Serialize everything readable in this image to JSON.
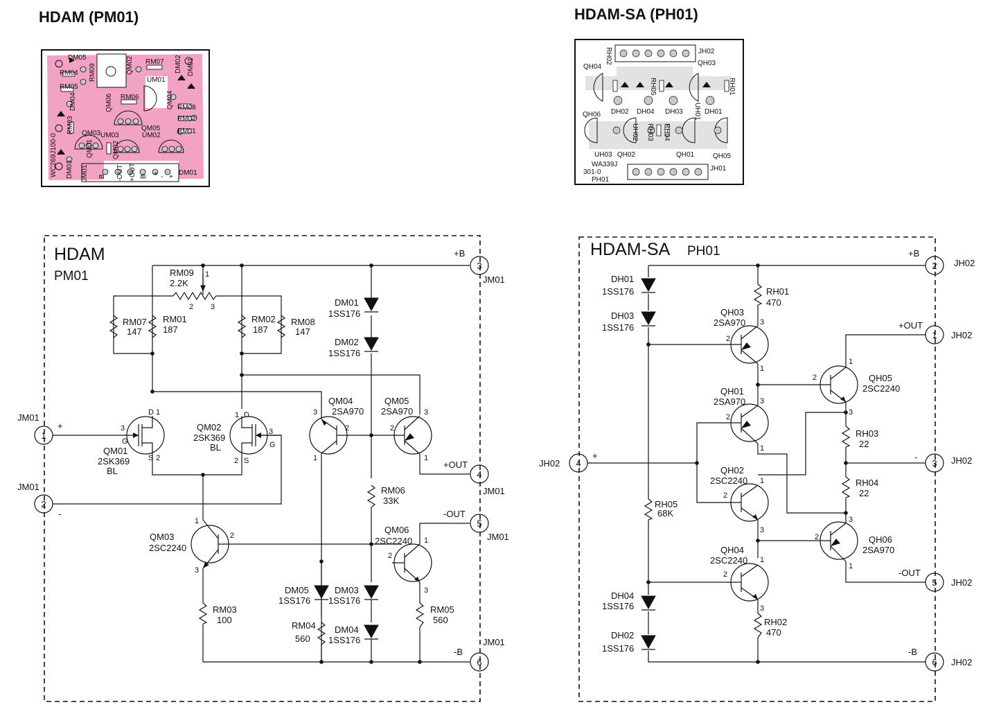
{
  "pcb_titles": {
    "hdam": "HDAM (PM01)",
    "hdam_sa": "HDAM-SA (PH01)"
  },
  "pcb_hdam": {
    "marks": [
      "DM05",
      "RM04",
      "RM09",
      "RM07",
      "QM02",
      "DM02",
      "DM01",
      "UM01",
      "RM05",
      "RM06",
      "QM04",
      "DM04",
      "QM06",
      "RM08",
      "RM03",
      "QM05",
      "RM02",
      "RM01",
      "QM03",
      "UM03",
      "UM02",
      "QM02",
      "QM01",
      "DM03",
      "JM01",
      "DM01"
    ],
    "code": "WC269J100-0",
    "terminals": [
      "B",
      "-OUT",
      "+OUT",
      "B",
      "+",
      "-",
      "+"
    ],
    "colors": {
      "board": "#f2a3c3",
      "pad": "#c9c9c9",
      "ink": "#111111"
    }
  },
  "pcb_hdam_sa": {
    "marks": [
      "RH02",
      "JH02",
      "QH04",
      "QH03",
      "RH05",
      "RH04",
      "RH01",
      "QH06",
      "DH02",
      "DH04",
      "DH03",
      "UH01",
      "DH01",
      "UH02",
      "RH03",
      "UH03",
      "QH02",
      "QH01",
      "QH05",
      "JH01"
    ],
    "code": "WA339J",
    "code2": "301-0",
    "board": "PH01"
  },
  "hdam": {
    "title": "HDAM",
    "subtitle": "PM01",
    "rails": {
      "pos": "+B",
      "neg": "-B",
      "out_pos": "+OUT",
      "out_neg": "-OUT",
      "in_pos": "+",
      "in_neg": "-"
    },
    "connector": "JM01",
    "pins": [
      "1",
      "2",
      "3",
      "4",
      "5",
      "6"
    ],
    "components": {
      "rm09": {
        "ref": "RM09",
        "value": "2.2K"
      },
      "rm07": {
        "ref": "RM07",
        "value": "147"
      },
      "rm01": {
        "ref": "RM01",
        "value": "187"
      },
      "rm02": {
        "ref": "RM02",
        "value": "187"
      },
      "rm08": {
        "ref": "RM08",
        "value": "147"
      },
      "dm01": {
        "ref": "DM01",
        "value": "1SS176"
      },
      "dm02": {
        "ref": "DM02",
        "value": "1SS176"
      },
      "qm01": {
        "ref": "QM01",
        "value": "2SK369",
        "rank": "BL"
      },
      "qm02": {
        "ref": "QM02",
        "value": "2SK369",
        "rank": "BL"
      },
      "qm04": {
        "ref": "QM04",
        "value": "2SA970"
      },
      "qm05": {
        "ref": "QM05",
        "value": "2SA970"
      },
      "rm06": {
        "ref": "RM06",
        "value": "33K"
      },
      "qm03": {
        "ref": "QM03",
        "value": "2SC2240"
      },
      "qm06": {
        "ref": "QM06",
        "value": "2SC2240"
      },
      "rm03": {
        "ref": "RM03",
        "value": "100"
      },
      "dm05": {
        "ref": "DM05",
        "value": "1SS176"
      },
      "dm03": {
        "ref": "DM03",
        "value": "1SS176"
      },
      "rm04": {
        "ref": "RM04",
        "value": "560"
      },
      "dm04": {
        "ref": "DM04",
        "value": "1SS176"
      },
      "rm05": {
        "ref": "RM05",
        "value": "560"
      }
    }
  },
  "hdam_sa": {
    "title": "HDAM-SA",
    "subtitle": "PH01",
    "rails": {
      "pos": "+B",
      "neg": "-B",
      "out_pos": "+OUT",
      "out_neg": "-OUT",
      "in_pos": "+",
      "in_neg": "-"
    },
    "connector": "JH02",
    "connector2": "JH01",
    "pins": [
      "1",
      "2",
      "3",
      "4",
      "5",
      "6"
    ],
    "components": {
      "dh01": {
        "ref": "DH01",
        "value": "1SS176"
      },
      "dh03": {
        "ref": "DH03",
        "value": "1SS176"
      },
      "rh01": {
        "ref": "RH01",
        "value": "470"
      },
      "qh03": {
        "ref": "QH03",
        "value": "2SA970"
      },
      "qh05": {
        "ref": "QH05",
        "value": "2SC2240"
      },
      "qh01": {
        "ref": "QH01",
        "value": "2SA970"
      },
      "rh03": {
        "ref": "RH03",
        "value": "22"
      },
      "qh02": {
        "ref": "QH02",
        "value": "2SC2240"
      },
      "rh04": {
        "ref": "RH04",
        "value": "22"
      },
      "rh05": {
        "ref": "RH05",
        "value": "68K"
      },
      "qh06": {
        "ref": "QH06",
        "value": "2SA970"
      },
      "qh04": {
        "ref": "QH04",
        "value": "2SC2240"
      },
      "dh04": {
        "ref": "DH04",
        "value": "1SS176"
      },
      "dh02": {
        "ref": "DH02",
        "value": "1SS176"
      },
      "rh02": {
        "ref": "RH02",
        "value": "470"
      }
    }
  }
}
